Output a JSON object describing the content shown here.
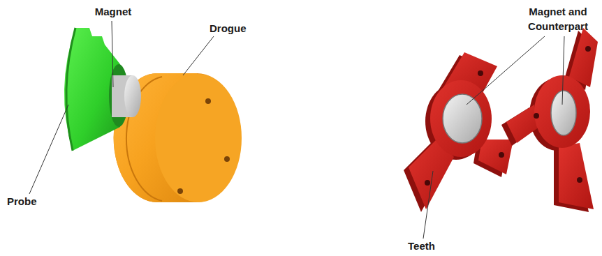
{
  "diagram": {
    "labels": [
      "Magnet",
      "Drogue",
      "Probe",
      "Magnet and Counterpart",
      "Teeth"
    ]
  }
}
